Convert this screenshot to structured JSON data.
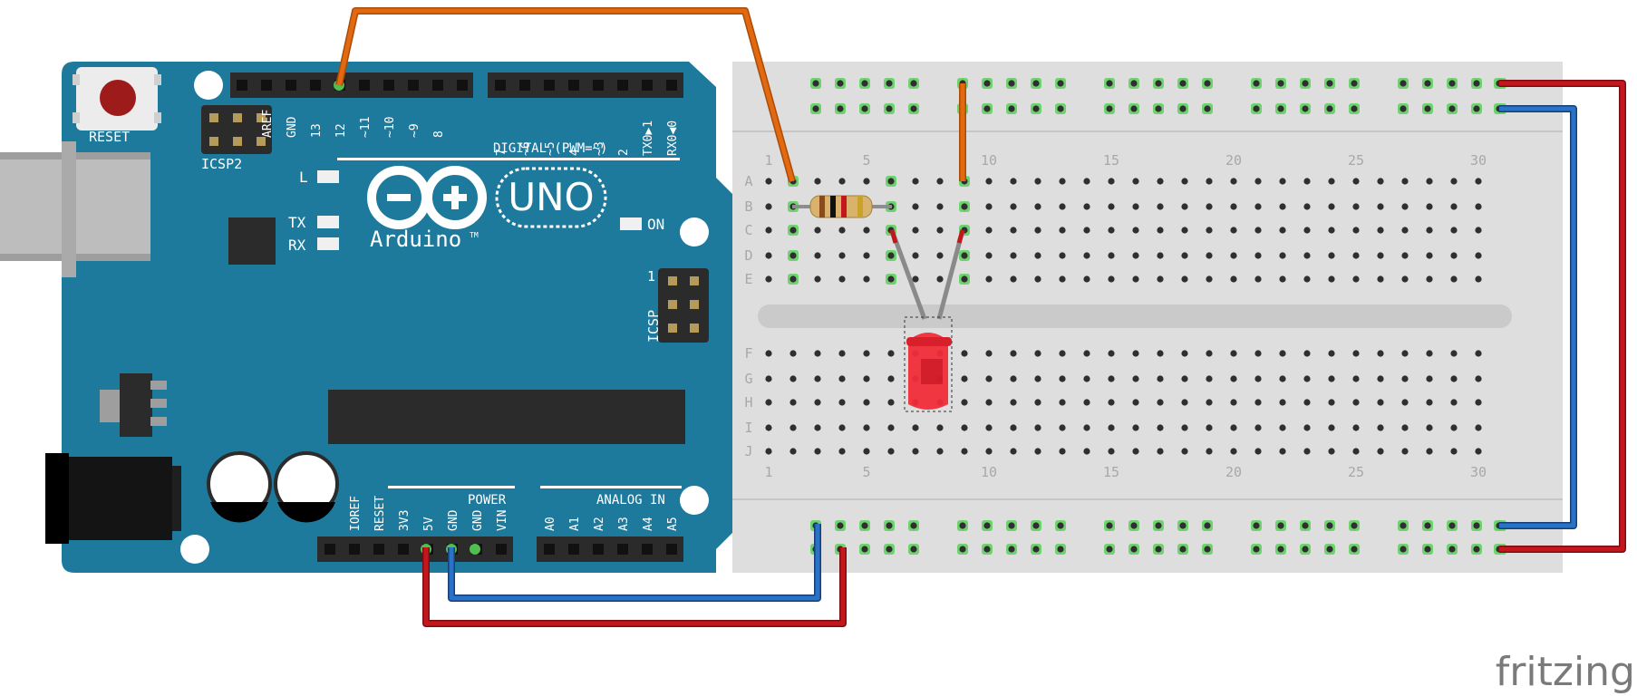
{
  "board": {
    "reset_label": "RESET",
    "icsp2_label": "ICSP2",
    "icsp_label": "ICSP",
    "icsp_pin1_label": "1",
    "l_label": "L",
    "tx_label": "TX",
    "rx_label": "RX",
    "on_label": "ON",
    "logo_uno": "UNO",
    "logo_name": "Arduino",
    "trademark": "TM",
    "digital_label": "DIGITAL (PWM=~)",
    "power_label": "POWER",
    "analog_label": "ANALOG IN",
    "digital_pins_left": [
      "AREF",
      "GND",
      "13",
      "12",
      "~11",
      "~10",
      "~9",
      "8"
    ],
    "digital_pins_right": [
      "7",
      "~6",
      "~5",
      "4",
      "~3",
      "2",
      "TX0▶1",
      "RX0◀0"
    ],
    "power_pins": [
      "IOREF",
      "RESET",
      "3V3",
      "5V",
      "GND",
      "GND",
      "VIN"
    ],
    "analog_pins": [
      "A0",
      "A1",
      "A2",
      "A3",
      "A4",
      "A5"
    ],
    "colors": {
      "board": "#1e7a9c",
      "silk": "#ffffff",
      "header": "#2b2b2b"
    }
  },
  "breadboard": {
    "row_labels_top": [
      "A",
      "B",
      "C",
      "D",
      "E"
    ],
    "row_labels_bottom": [
      "F",
      "G",
      "H",
      "I",
      "J"
    ],
    "column_numbers": [
      "1",
      "5",
      "10",
      "15",
      "20",
      "25",
      "30"
    ],
    "colors": {
      "body": "#dedede",
      "hole": "#2f2f2f",
      "active": "#6fd26f"
    }
  },
  "components": {
    "resistor": "resistor",
    "led": "red-led"
  },
  "wires": {
    "colors": {
      "signal": "#e2690f",
      "power": "#c4161c",
      "ground": "#2a72c8"
    }
  },
  "watermark": "fritzing"
}
